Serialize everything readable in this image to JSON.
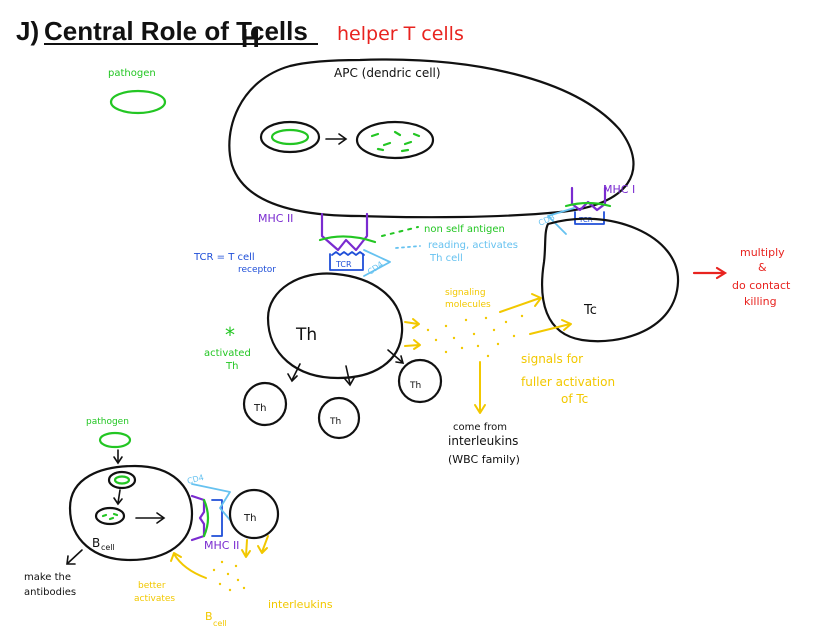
{
  "title": {
    "prefix": "J)",
    "main": "Central Role of T",
    "subscript": "H",
    "suffix": " cells",
    "annotation": "helper T cells"
  },
  "apc": {
    "label": "APC (dendric cell)"
  },
  "labels": {
    "pathogen_top": "pathogen",
    "mhc2_top": "MHC II",
    "mhc1": "MHC I",
    "tcr_box_top": "TCR",
    "tcr_box_tc": "TCR",
    "cd4_top": "CD4",
    "cd8": "CD8",
    "tcr_def_line1": "TCR = T cell",
    "tcr_def_line2": "receptor",
    "nonself_line1": "non self antigen",
    "nonself_line2": "reading, activates",
    "nonself_line3": "Th cell",
    "th_main": "Th",
    "activated_star": "*",
    "activated_line1": "activated",
    "activated_line2": "Th",
    "th_small_1": "Th",
    "th_small_2": "Th",
    "th_small_3": "Th",
    "signaling_line1": "signaling",
    "signaling_line2": "molecules",
    "signals_line1": "signals for",
    "signals_line2": "fuller activation",
    "signals_line3": "of Tc",
    "interleukins_line1": "come from",
    "interleukins_line2": "interleukins",
    "interleukins_line3": "(WBC family)",
    "tc": "Tc",
    "multiply_line1": "multiply",
    "multiply_line2": "&",
    "multiply_line3": "do contact",
    "multiply_line4": "killing",
    "pathogen_bottom": "pathogen",
    "cd4_bottom": "CD4",
    "th_bottom": "Th",
    "mhc2_bottom": "MHC II",
    "bcell": "B",
    "bcell_sub": "cell",
    "antibodies_line1": "make the",
    "antibodies_line2": "antibodies",
    "better_line1": "better",
    "better_line2": "activates",
    "bcell2": "B",
    "bcell2_sub": "cell",
    "interleukins_bottom": "interleukins"
  }
}
